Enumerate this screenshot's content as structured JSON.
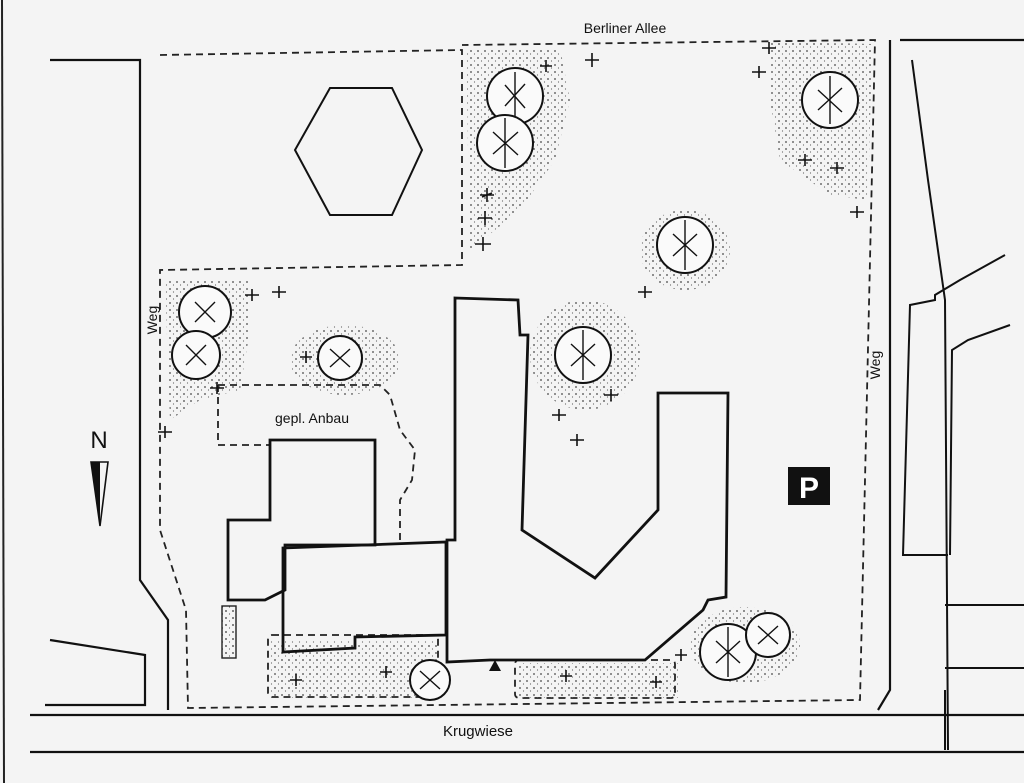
{
  "streets": {
    "north": "Berliner Allee",
    "south": "Krugwiese",
    "west_path": "Weg",
    "east_path": "Weg"
  },
  "annex": {
    "label": "gepl. Anbau"
  },
  "north_arrow": {
    "label": "N"
  },
  "parking": {
    "label": "P"
  }
}
